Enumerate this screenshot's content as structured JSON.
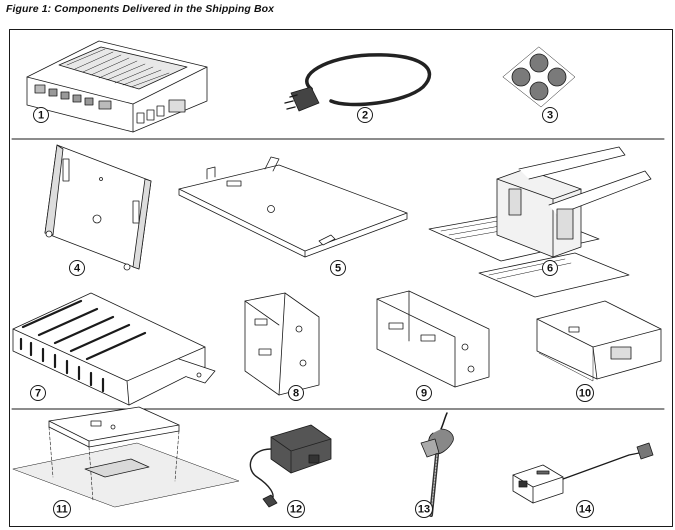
{
  "figure": {
    "title": "Figure 1: Components Delivered in the Shipping Box"
  },
  "items": [
    {
      "number": "1"
    },
    {
      "number": "2"
    },
    {
      "number": "3"
    },
    {
      "number": "4"
    },
    {
      "number": "5"
    },
    {
      "number": "6"
    },
    {
      "number": "7"
    },
    {
      "number": "8"
    },
    {
      "number": "9"
    },
    {
      "number": "10"
    },
    {
      "number": "11"
    },
    {
      "number": "12"
    },
    {
      "number": "13"
    },
    {
      "number": "14"
    }
  ],
  "colors": {
    "line": "#1a1a1a",
    "fill": "#ffffff",
    "pad": "#7a7a7a",
    "shade": "#d9d9d9",
    "ground": "#eeeeee"
  }
}
